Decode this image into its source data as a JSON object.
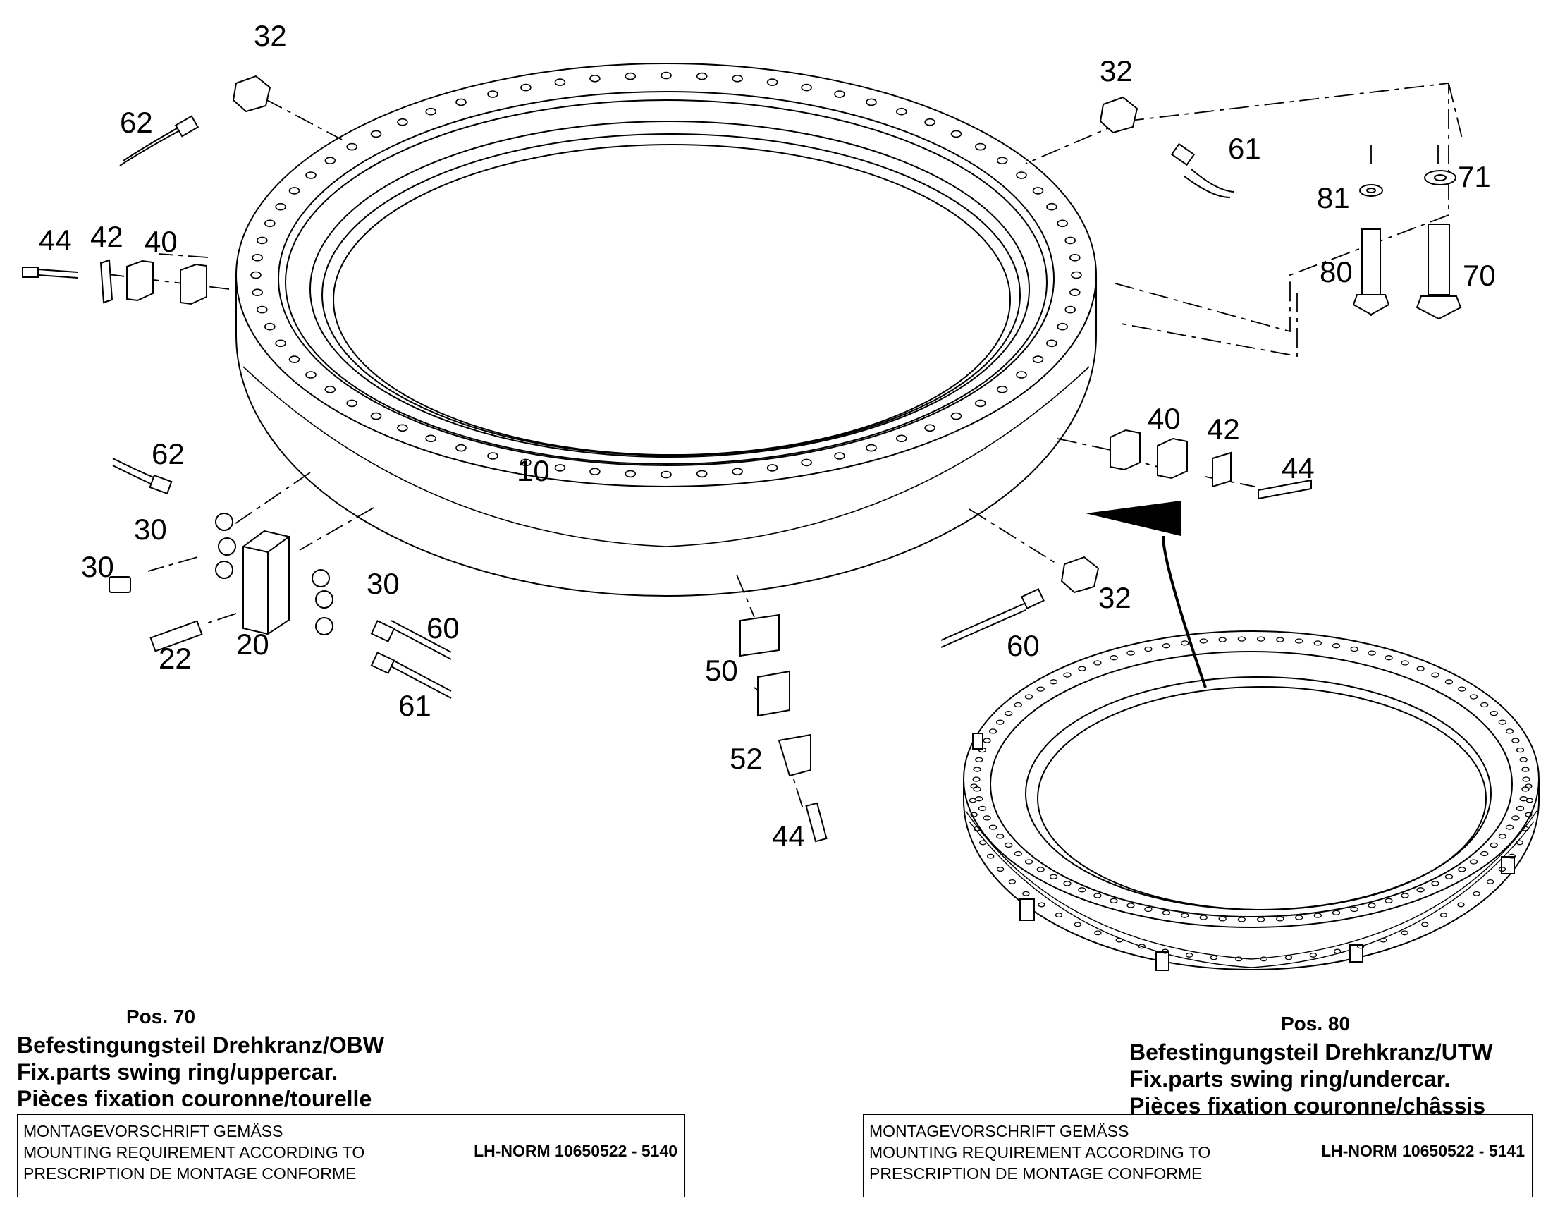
{
  "callouts": {
    "c32_tl": "32",
    "c62_tl": "62",
    "c32_tr": "32",
    "c61_tr": "61",
    "c81": "81",
    "c71": "71",
    "c80": "80",
    "c70": "70",
    "c44_l": "44",
    "c42_l": "42",
    "c40_l": "40",
    "c10": "10",
    "c40_r": "40",
    "c42_r": "42",
    "c44_r": "44",
    "c62_ml": "62",
    "c30_a": "30",
    "c30_b": "30",
    "c30_c": "30",
    "c60_l": "60",
    "c22": "22",
    "c20": "20",
    "c61_l": "61",
    "c32_br": "32",
    "c60_r": "60",
    "c50": "50",
    "c52": "52",
    "c44_b": "44"
  },
  "captions": {
    "left": {
      "pos": "Pos. 70",
      "de": "Befestingungsteil Drehkranz/OBW",
      "en": "Fix.parts swing ring/uppercar.",
      "fr": "Pièces fixation couronne/tourelle"
    },
    "right": {
      "pos": "Pos. 80",
      "de": "Befestingungsteil Drehkranz/UTW",
      "en": "Fix.parts swing ring/undercar.",
      "fr": "Pièces fixation couronne/châssis"
    }
  },
  "notes": {
    "left": {
      "line1": "MONTAGEVORSCHRIFT GEMÄSS",
      "line2": "MOUNTING REQUIREMENT ACCORDING TO",
      "line3": "PRESCRIPTION DE MONTAGE CONFORME",
      "norm": "LH-NORM 10650522 - 5140"
    },
    "right": {
      "line1": "MONTAGEVORSCHRIFT GEMÄSS",
      "line2": "MOUNTING REQUIREMENT ACCORDING TO",
      "line3": "PRESCRIPTION DE MONTAGE CONFORME",
      "norm": "LH-NORM 10650522 - 5141"
    }
  }
}
